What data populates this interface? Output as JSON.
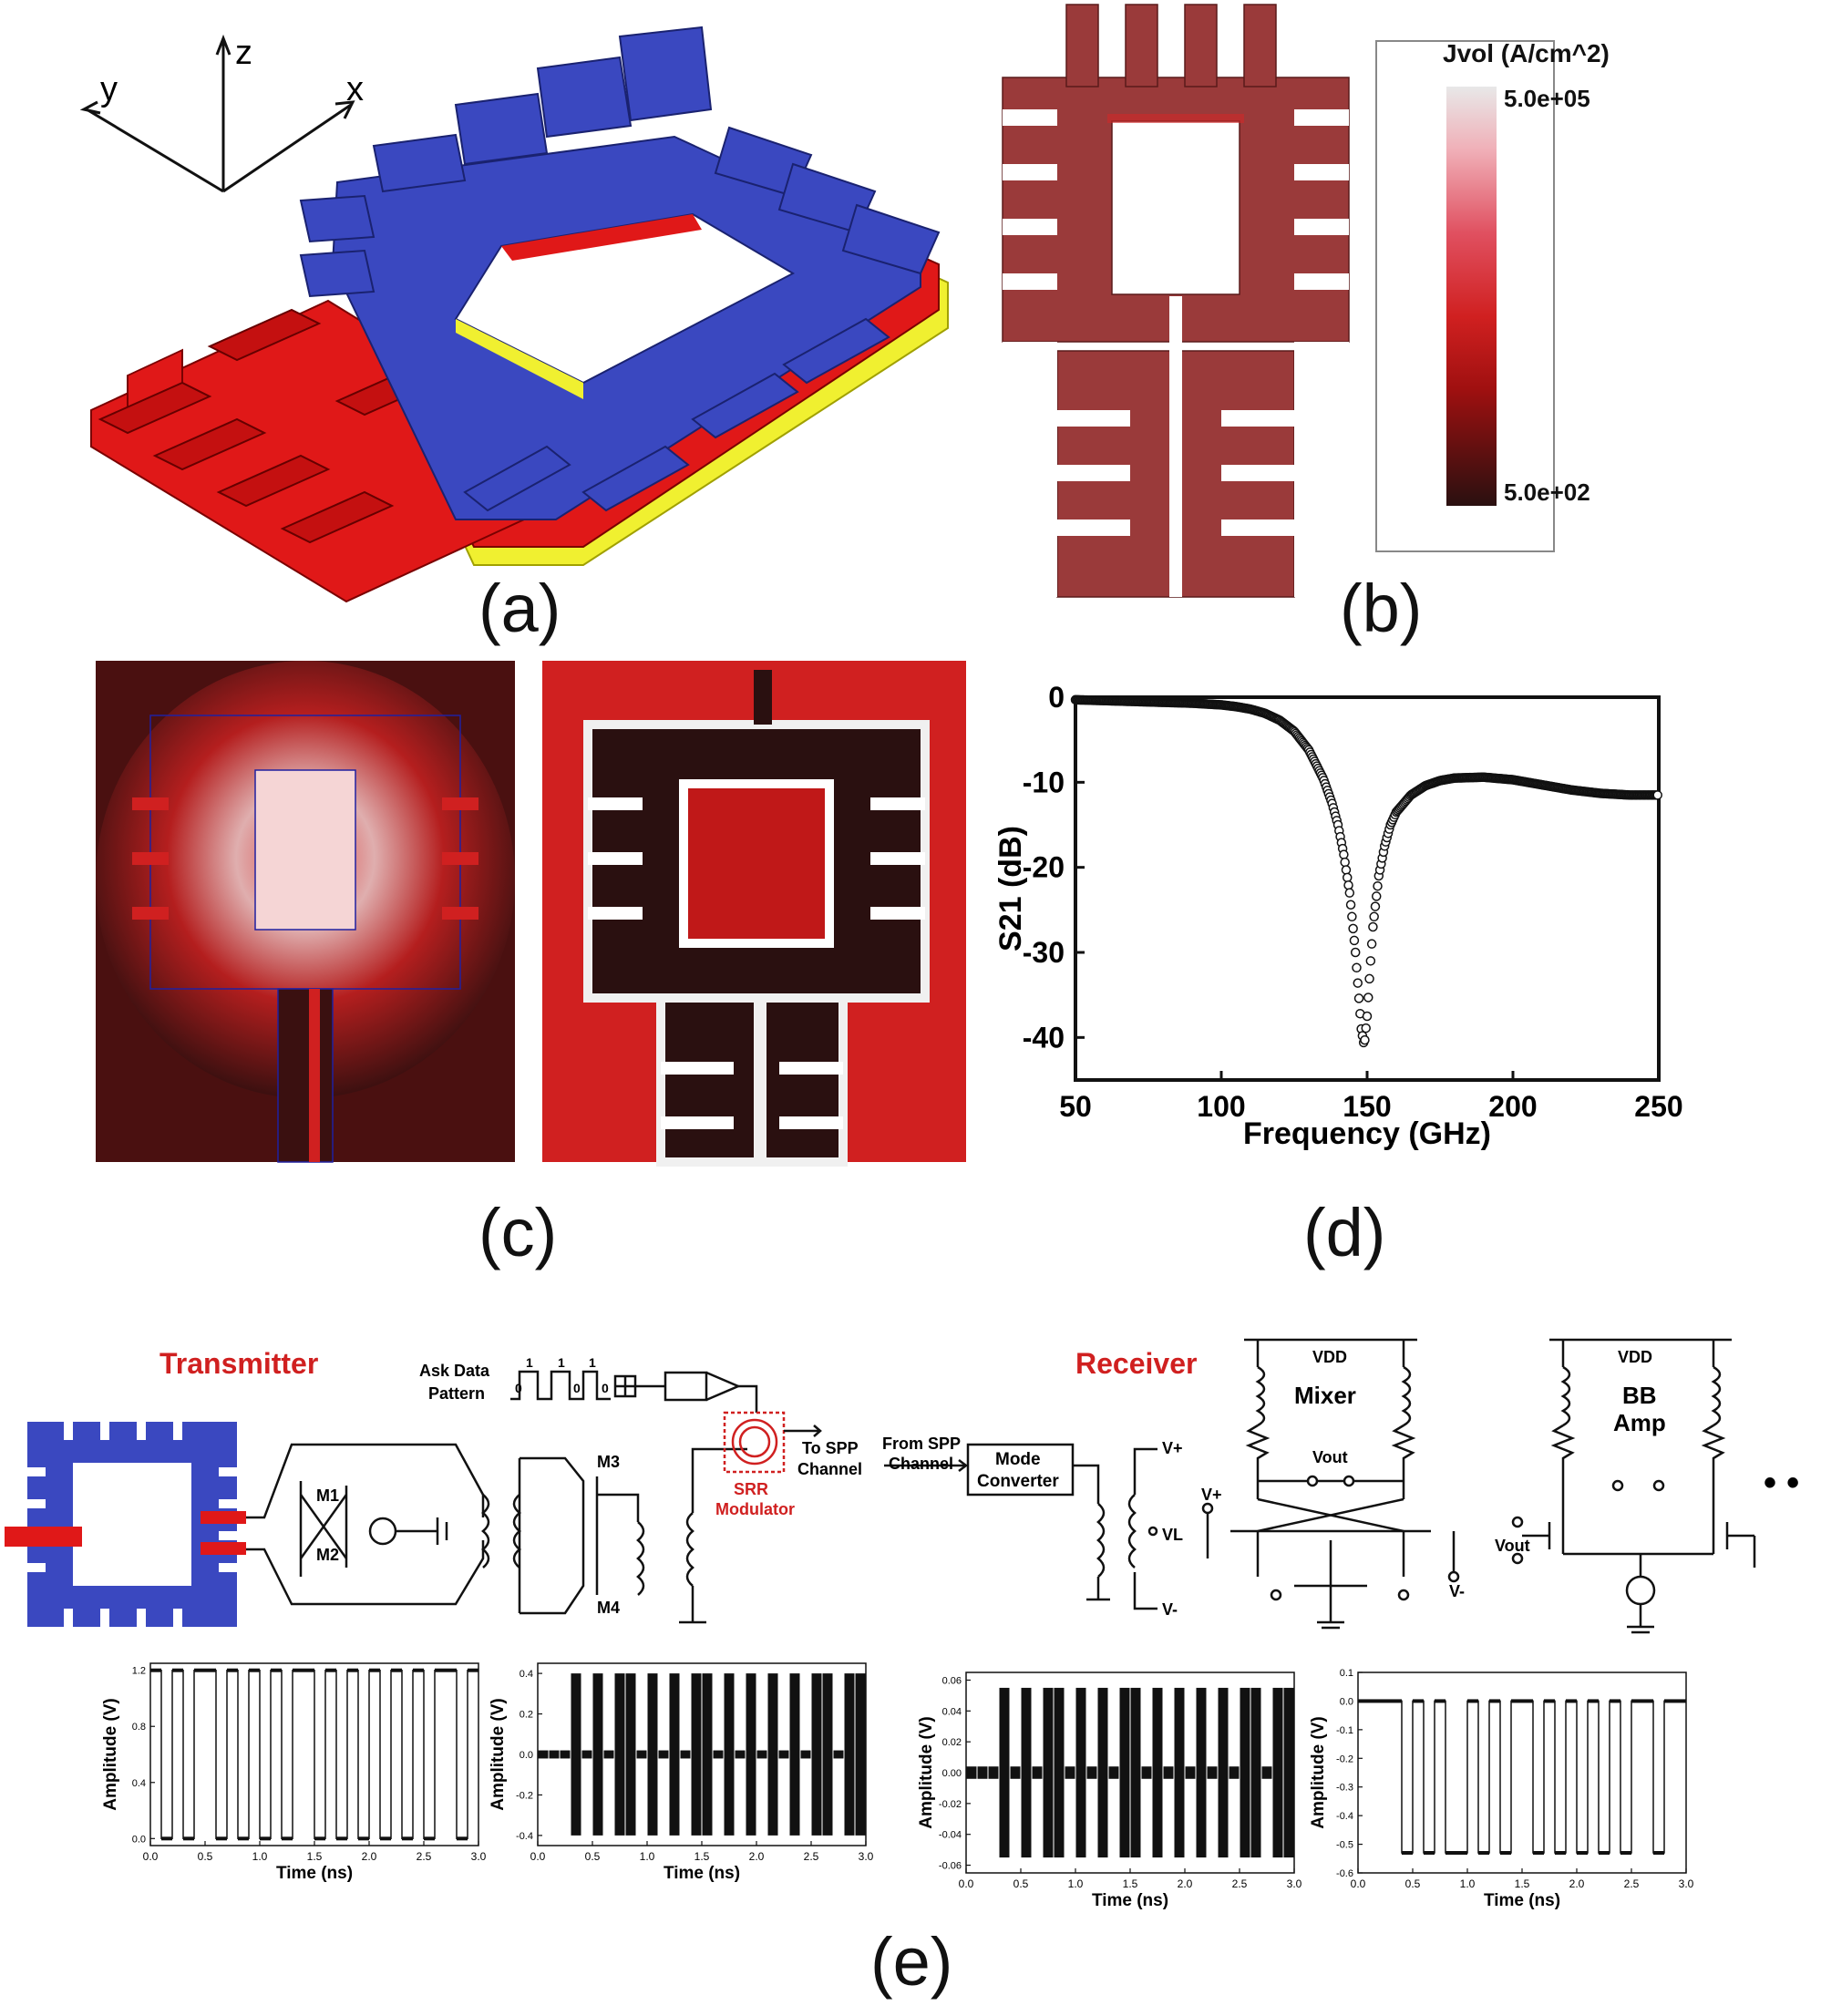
{
  "panels": {
    "a": {
      "label": "(a)",
      "axes": {
        "x": "x",
        "y": "y",
        "z": "z"
      }
    },
    "b": {
      "label": "(b)",
      "legend_title": "Jvol (A/cm^2)",
      "legend_max": "5.0e+05",
      "legend_min": "5.0e+02"
    },
    "c": {
      "label": "(c)"
    },
    "d": {
      "label": "(d)"
    },
    "e": {
      "label": "(e)",
      "transmitter_title": "Transmitter",
      "receiver_title": "Receiver",
      "ask_data_line1": "Ask Data",
      "ask_data_line2": "Pattern",
      "bits": [
        "0",
        "1",
        "1",
        "0",
        "1",
        "0"
      ],
      "m1": "M1",
      "m2": "M2",
      "m3": "M3",
      "m4": "M4",
      "srr_line1": "SRR",
      "srr_line2": "Modulator",
      "to_spp_line1": "To SPP",
      "to_spp_line2": "Channel",
      "from_spp_line1": "From SPP",
      "from_spp_line2": "Channel",
      "mode_conv_line1": "Mode",
      "mode_conv_line2": "Converter",
      "vplus": "V+",
      "vminus": "V-",
      "vl": "VL",
      "mixer_vdd": "VDD",
      "mixer_label": "Mixer",
      "mixer_vout": "Vout",
      "bb_vdd": "VDD",
      "bb_label_line1": "BB",
      "bb_label_line2": "Amp",
      "bb_vout": "Vout",
      "ellipsis": "• •"
    }
  },
  "chart_data": [
    {
      "type": "scatter",
      "title": "",
      "xlabel": "Frequency (GHz)",
      "ylabel": "S21 (dB)",
      "xlim": [
        50,
        250
      ],
      "ylim": [
        -45,
        0
      ],
      "xticks": [
        "50",
        "100",
        "150",
        "200",
        "250"
      ],
      "yticks": [
        "0",
        "-10",
        "-20",
        "-30",
        "-40"
      ],
      "x": [
        50,
        60,
        70,
        80,
        90,
        100,
        105,
        110,
        115,
        120,
        125,
        130,
        135,
        138,
        140,
        142,
        144,
        146,
        147,
        148,
        149,
        150,
        151,
        152,
        154,
        156,
        158,
        160,
        165,
        170,
        175,
        180,
        190,
        200,
        210,
        220,
        230,
        240,
        250
      ],
      "y": [
        -0.3,
        -0.4,
        -0.5,
        -0.6,
        -0.7,
        -0.9,
        -1.1,
        -1.4,
        -1.9,
        -2.7,
        -4.0,
        -6.2,
        -9.6,
        -12.5,
        -15.0,
        -18.5,
        -23.0,
        -30.0,
        -34.5,
        -39.0,
        -41.0,
        -37.5,
        -32.0,
        -27.0,
        -21.0,
        -17.5,
        -15.0,
        -13.5,
        -11.5,
        -10.4,
        -9.8,
        -9.5,
        -9.4,
        -9.7,
        -10.3,
        -10.9,
        -11.3,
        -11.5,
        -11.5
      ]
    },
    {
      "type": "line",
      "xlabel": "Time (ns)",
      "ylabel": "Amplitude (V)",
      "xlim": [
        0,
        3
      ],
      "ylim": [
        -0.05,
        1.25
      ],
      "xticks": [
        "0.0",
        "0.5",
        "1.0",
        "1.5",
        "2.0",
        "2.5",
        "3.0"
      ],
      "yticks": [
        "1.2",
        "0.8",
        "0.4",
        "0.0"
      ],
      "ytick_values": [
        1.2,
        0.8,
        0.4,
        0.0
      ],
      "kind": "square",
      "high": 1.2,
      "low": 0.0,
      "bits": [
        1,
        0,
        1,
        0,
        1,
        1,
        0,
        1,
        0,
        1,
        0,
        1,
        0,
        1,
        1,
        0,
        1,
        0,
        1,
        0,
        1,
        0,
        1,
        0,
        1,
        0,
        1,
        1,
        0,
        1
      ]
    },
    {
      "type": "line",
      "xlabel": "Time (ns)",
      "ylabel": "Amplitude (V)",
      "xlim": [
        0,
        3
      ],
      "ylim": [
        -0.45,
        0.45
      ],
      "xticks": [
        "0.0",
        "0.5",
        "1.0",
        "1.5",
        "2.0",
        "2.5",
        "3.0"
      ],
      "yticks": [
        "0.4",
        "0.2",
        "0.0",
        "-0.2",
        "-0.4"
      ],
      "ytick_values": [
        0.4,
        0.2,
        0.0,
        -0.2,
        -0.4
      ],
      "kind": "burst",
      "amp": 0.4,
      "idle": 0.02,
      "bits": [
        0,
        0,
        0,
        1,
        0,
        1,
        0,
        1,
        1,
        0,
        1,
        0,
        1,
        0,
        1,
        1,
        0,
        1,
        0,
        1,
        0,
        1,
        0,
        1,
        0,
        1,
        1,
        0,
        1,
        1
      ]
    },
    {
      "type": "line",
      "xlabel": "Time (ns)",
      "ylabel": "Amplitude (V)",
      "xlim": [
        0,
        3
      ],
      "ylim": [
        -0.065,
        0.065
      ],
      "xticks": [
        "0.0",
        "0.5",
        "1.0",
        "1.5",
        "2.0",
        "2.5",
        "3.0"
      ],
      "yticks": [
        "0.06",
        "0.04",
        "0.02",
        "0.00",
        "-0.02",
        "-0.04",
        "-0.06"
      ],
      "ytick_values": [
        0.06,
        0.04,
        0.02,
        0.0,
        -0.02,
        -0.04,
        -0.06
      ],
      "kind": "burst",
      "amp": 0.055,
      "idle": 0.004,
      "bits": [
        0,
        0,
        0,
        1,
        0,
        1,
        0,
        1,
        1,
        0,
        1,
        0,
        1,
        0,
        1,
        1,
        0,
        1,
        0,
        1,
        0,
        1,
        0,
        1,
        0,
        1,
        1,
        0,
        1,
        1
      ]
    },
    {
      "type": "line",
      "xlabel": "Time (ns)",
      "ylabel": "Amplitude (V)",
      "xlim": [
        0,
        3
      ],
      "ylim": [
        -0.6,
        0.1
      ],
      "xticks": [
        "0.0",
        "0.5",
        "1.0",
        "1.5",
        "2.0",
        "2.5",
        "3.0"
      ],
      "yticks": [
        "0.1",
        "0.0",
        "-0.1",
        "-0.2",
        "-0.3",
        "-0.4",
        "-0.5",
        "-0.6"
      ],
      "ytick_values": [
        0.1,
        0.0,
        -0.1,
        -0.2,
        -0.3,
        -0.4,
        -0.5,
        -0.6
      ],
      "kind": "square",
      "high": 0.0,
      "low": -0.53,
      "bits": [
        1,
        1,
        1,
        1,
        0,
        1,
        0,
        1,
        0,
        0,
        1,
        0,
        1,
        0,
        1,
        1,
        0,
        1,
        0,
        1,
        0,
        1,
        0,
        1,
        0,
        1,
        1,
        0,
        1,
        1
      ]
    }
  ]
}
